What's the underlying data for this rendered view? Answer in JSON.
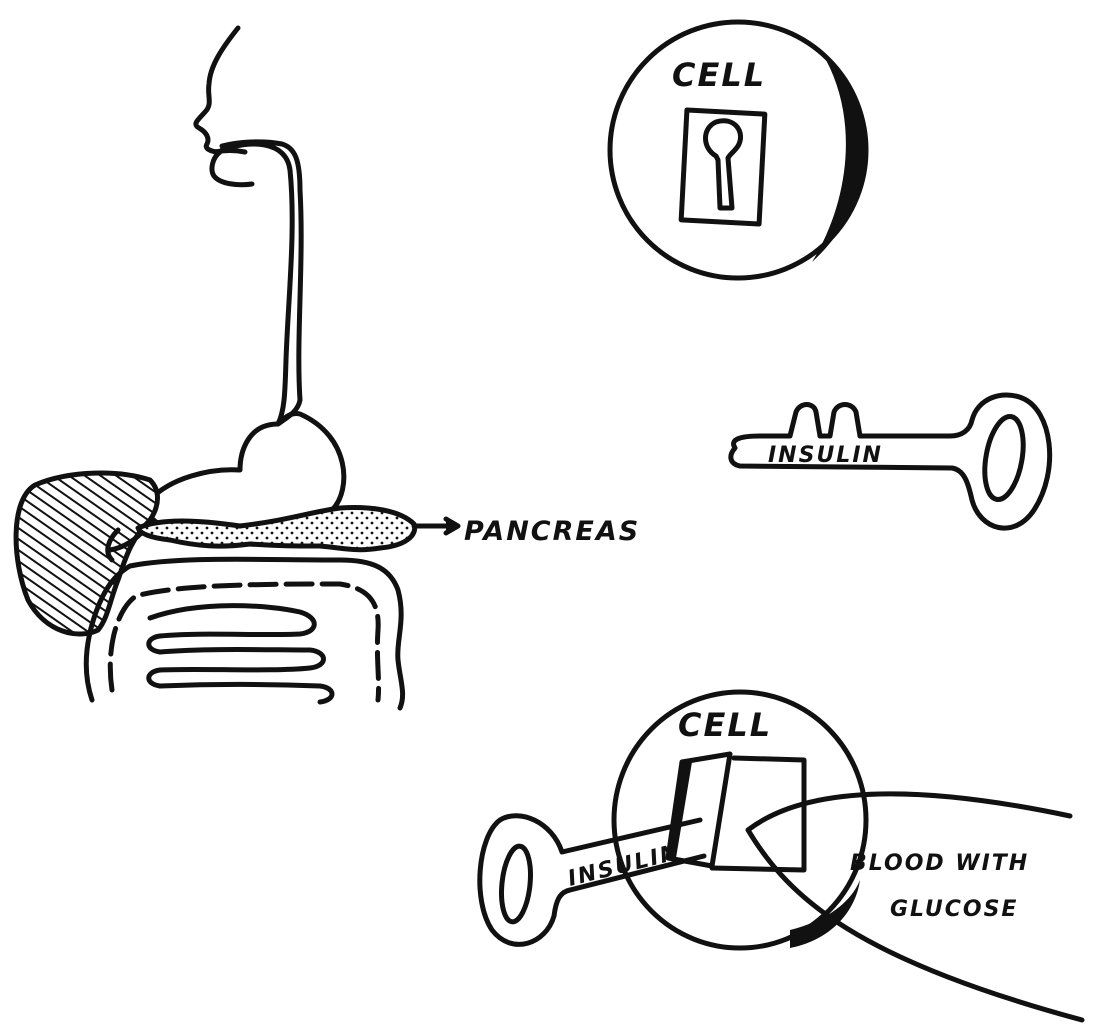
{
  "labels": {
    "pancreas": "PANCREAS",
    "cell_top": "CELL",
    "insulin_key": "INSULIN",
    "cell_bottom": "CELL",
    "insulin_in_lock": "INSULIN",
    "blood_line1": "BLOOD WITH",
    "blood_line2": "GLUCOSE"
  },
  "colors": {
    "ink": "#111111",
    "paper": "#ffffff"
  }
}
